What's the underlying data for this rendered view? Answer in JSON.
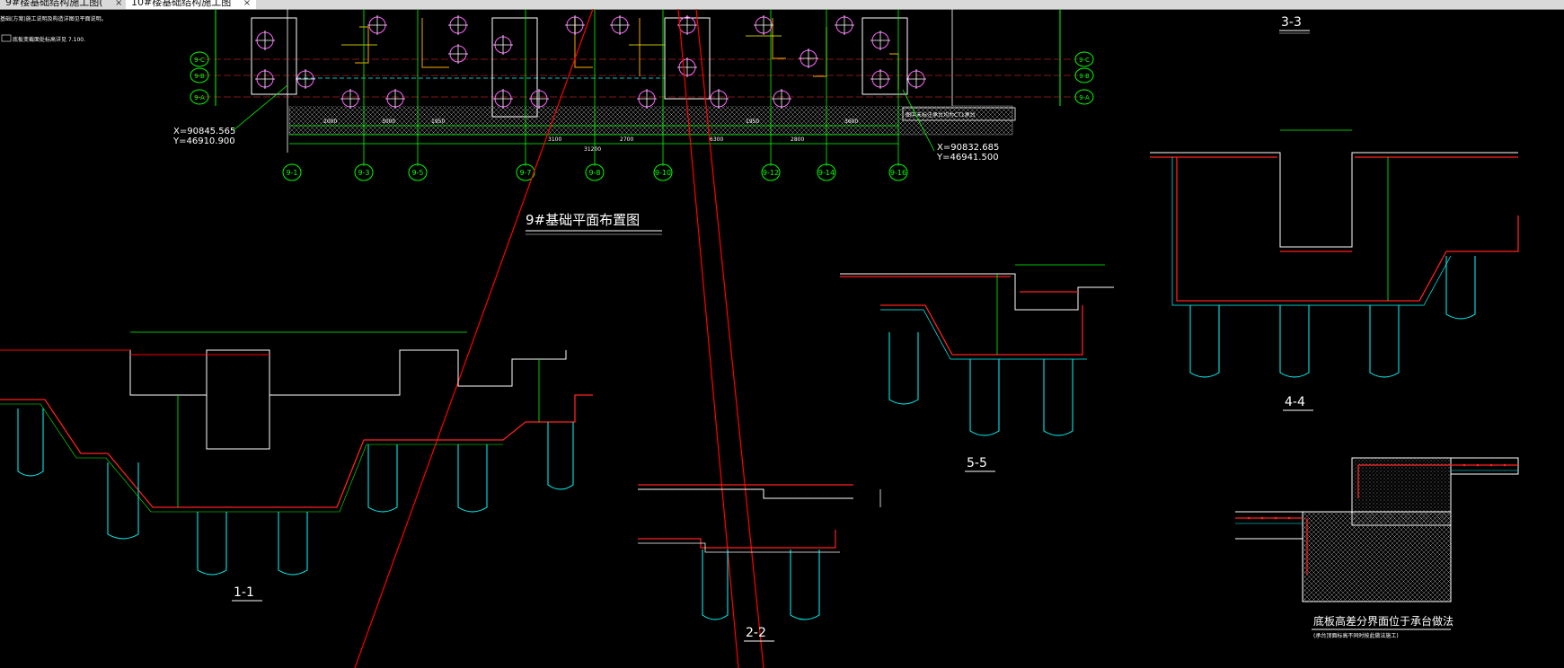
{
  "tabs": [
    {
      "label": "9#楼基础结构施工图(",
      "close": "×"
    },
    {
      "label": "10#楼基础结构施工图",
      "close": "×"
    }
  ],
  "notes": {
    "line1": "基础(方案)施工说明及构造详图见平面说明。",
    "line2": "底板变截面处标高详见 7.100."
  },
  "plan": {
    "title": "9#基础平面布置图",
    "coord_left_x": "X=90845.565",
    "coord_left_y": "Y=46910.900",
    "coord_right_x": "X=90832.685",
    "coord_right_y": "Y=46941.500",
    "axis_bottom": [
      "9-1",
      "9-3",
      "9-5",
      "9-7",
      "9-8",
      "9-10",
      "9-12",
      "9-14",
      "9-16"
    ],
    "axis_left": [
      "9-C",
      "9-B",
      "9-A"
    ],
    "axis_right": [
      "9-C",
      "9-B",
      "9-A"
    ],
    "dims_top": [
      "2000",
      "3000",
      "1950",
      "3100",
      "2700",
      "6300",
      "1950",
      "2800",
      "3600"
    ],
    "dim_total": "31200",
    "note": "图中未标注承台均为CT1承台"
  },
  "sections": {
    "s11": "1-1",
    "s22": "2-2",
    "s33": "3-3",
    "s44": "4-4",
    "s55": "5-5",
    "detail_title": "底板高差分界面位于承台做法",
    "detail_sub": "(承台顶面标高不同时按此做法施工)"
  },
  "colors": {
    "background": "#000000",
    "cyan": "#00ffff",
    "green": "#00ff00",
    "red": "#ff0000",
    "magenta": "#ff00ff",
    "yellow": "#ffff00",
    "orange": "#cc8a00",
    "white": "#ffffff"
  }
}
